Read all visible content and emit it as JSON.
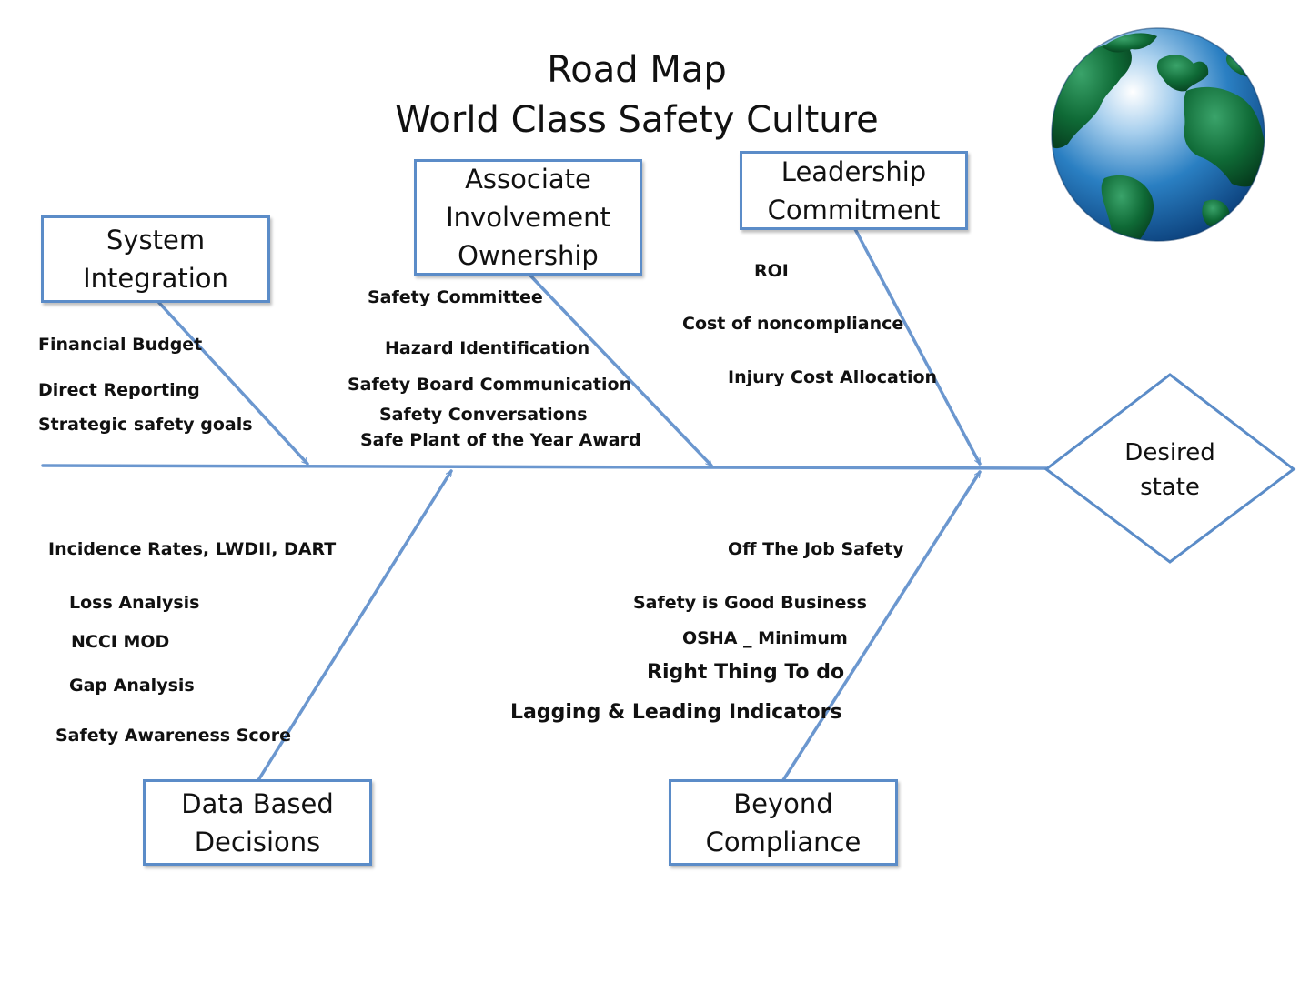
{
  "title": {
    "line1": "Road Map",
    "line2": "World Class Safety Culture"
  },
  "outcome": {
    "line1": "Desired",
    "line2": "state"
  },
  "categories": {
    "system_integration": {
      "line1": "System",
      "line2": "Integration",
      "items": [
        "Financial Budget",
        "Direct Reporting",
        "Strategic safety goals"
      ]
    },
    "associate_involvement": {
      "line1": "Associate",
      "line2": "Involvement",
      "line3": "Ownership",
      "items": [
        "Safety Committee",
        "Hazard Identification",
        "Safety Board Communication",
        "Safety Conversations",
        "Safe Plant of the Year Award"
      ]
    },
    "leadership_commitment": {
      "line1": "Leadership",
      "line2": "Commitment",
      "items": [
        "ROI",
        "Cost of noncompliance",
        "Injury Cost Allocation"
      ]
    },
    "data_based_decisions": {
      "line1": "Data Based",
      "line2": "Decisions",
      "items": [
        "Incidence Rates, LWDII, DART",
        "Loss Analysis",
        "NCCI MOD",
        "Gap Analysis",
        "Safety Awareness Score"
      ]
    },
    "beyond_compliance": {
      "line1": "Beyond",
      "line2": "Compliance",
      "items": [
        "Off The Job Safety",
        "Safety is Good Business",
        "OSHA _ Minimum",
        "Right Thing To do",
        "Lagging & Leading Indicators"
      ]
    }
  },
  "colors": {
    "line": "#6b97cf",
    "box_border": "#5b8cc8",
    "ocean": "#2a7fc2",
    "land": "#0f6a36"
  },
  "icons": {
    "globe": "globe-icon"
  }
}
